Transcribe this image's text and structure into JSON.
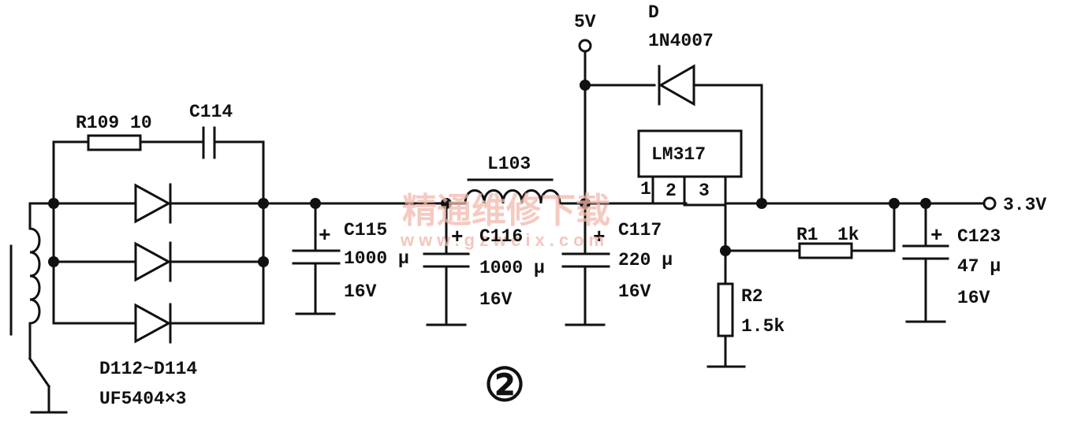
{
  "labels": {
    "r109": "R109 10",
    "c114": "C114",
    "diodes": "D112~D114",
    "diode_type": "UF5404×3",
    "c115": "C115",
    "c115_val": "1000 μ",
    "c115_v": "16V",
    "l103": "L103",
    "c116": "C116",
    "c116_val": "1000 μ",
    "c116_v": "16V",
    "c117": "C117",
    "c117_val": "220 μ",
    "c117_v": "16V",
    "v5": "5V",
    "d": "D",
    "d_type": "1N4007",
    "lm317": "LM317",
    "pin1": "1",
    "pin2": "2",
    "pin3": "3",
    "r1": "R1",
    "r1_val": "1k",
    "r2": "R2",
    "r2_val": "1.5k",
    "out": "3.3V",
    "c123": "C123",
    "c123_val": "47 μ",
    "c123_v": "16V",
    "figure_no": "②"
  },
  "watermark": {
    "text": "精通维修下载",
    "url": "www.gzweix.com",
    "color": "#f2b9ad"
  }
}
